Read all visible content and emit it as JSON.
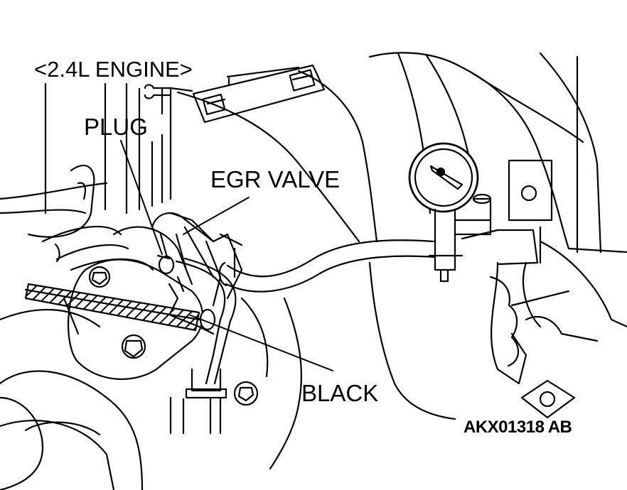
{
  "labels": {
    "engine": "<2.4L ENGINE>",
    "plug": "PLUG",
    "egr_valve": "EGR VALVE",
    "black": "BLACK",
    "figure_code": "AKX01318 AB"
  },
  "colors": {
    "line": "#000000",
    "background": "#ffffff",
    "hatch": "#000000"
  }
}
